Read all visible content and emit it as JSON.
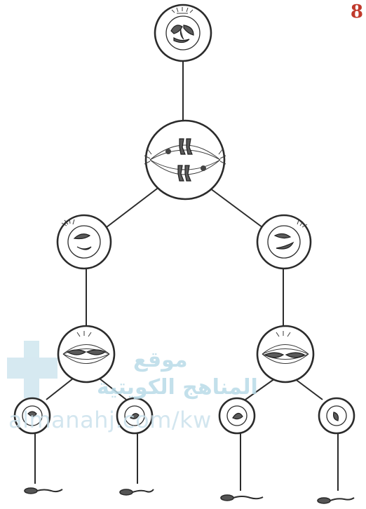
{
  "page_number": "8",
  "watermark": {
    "line1": "موقع",
    "line2": "المناهج الكويتية",
    "url": "almanahj.com/kw"
  },
  "colors": {
    "page_number": "#c0392b",
    "watermark": "#b9dbe8",
    "ink": "#2b2b2b"
  }
}
